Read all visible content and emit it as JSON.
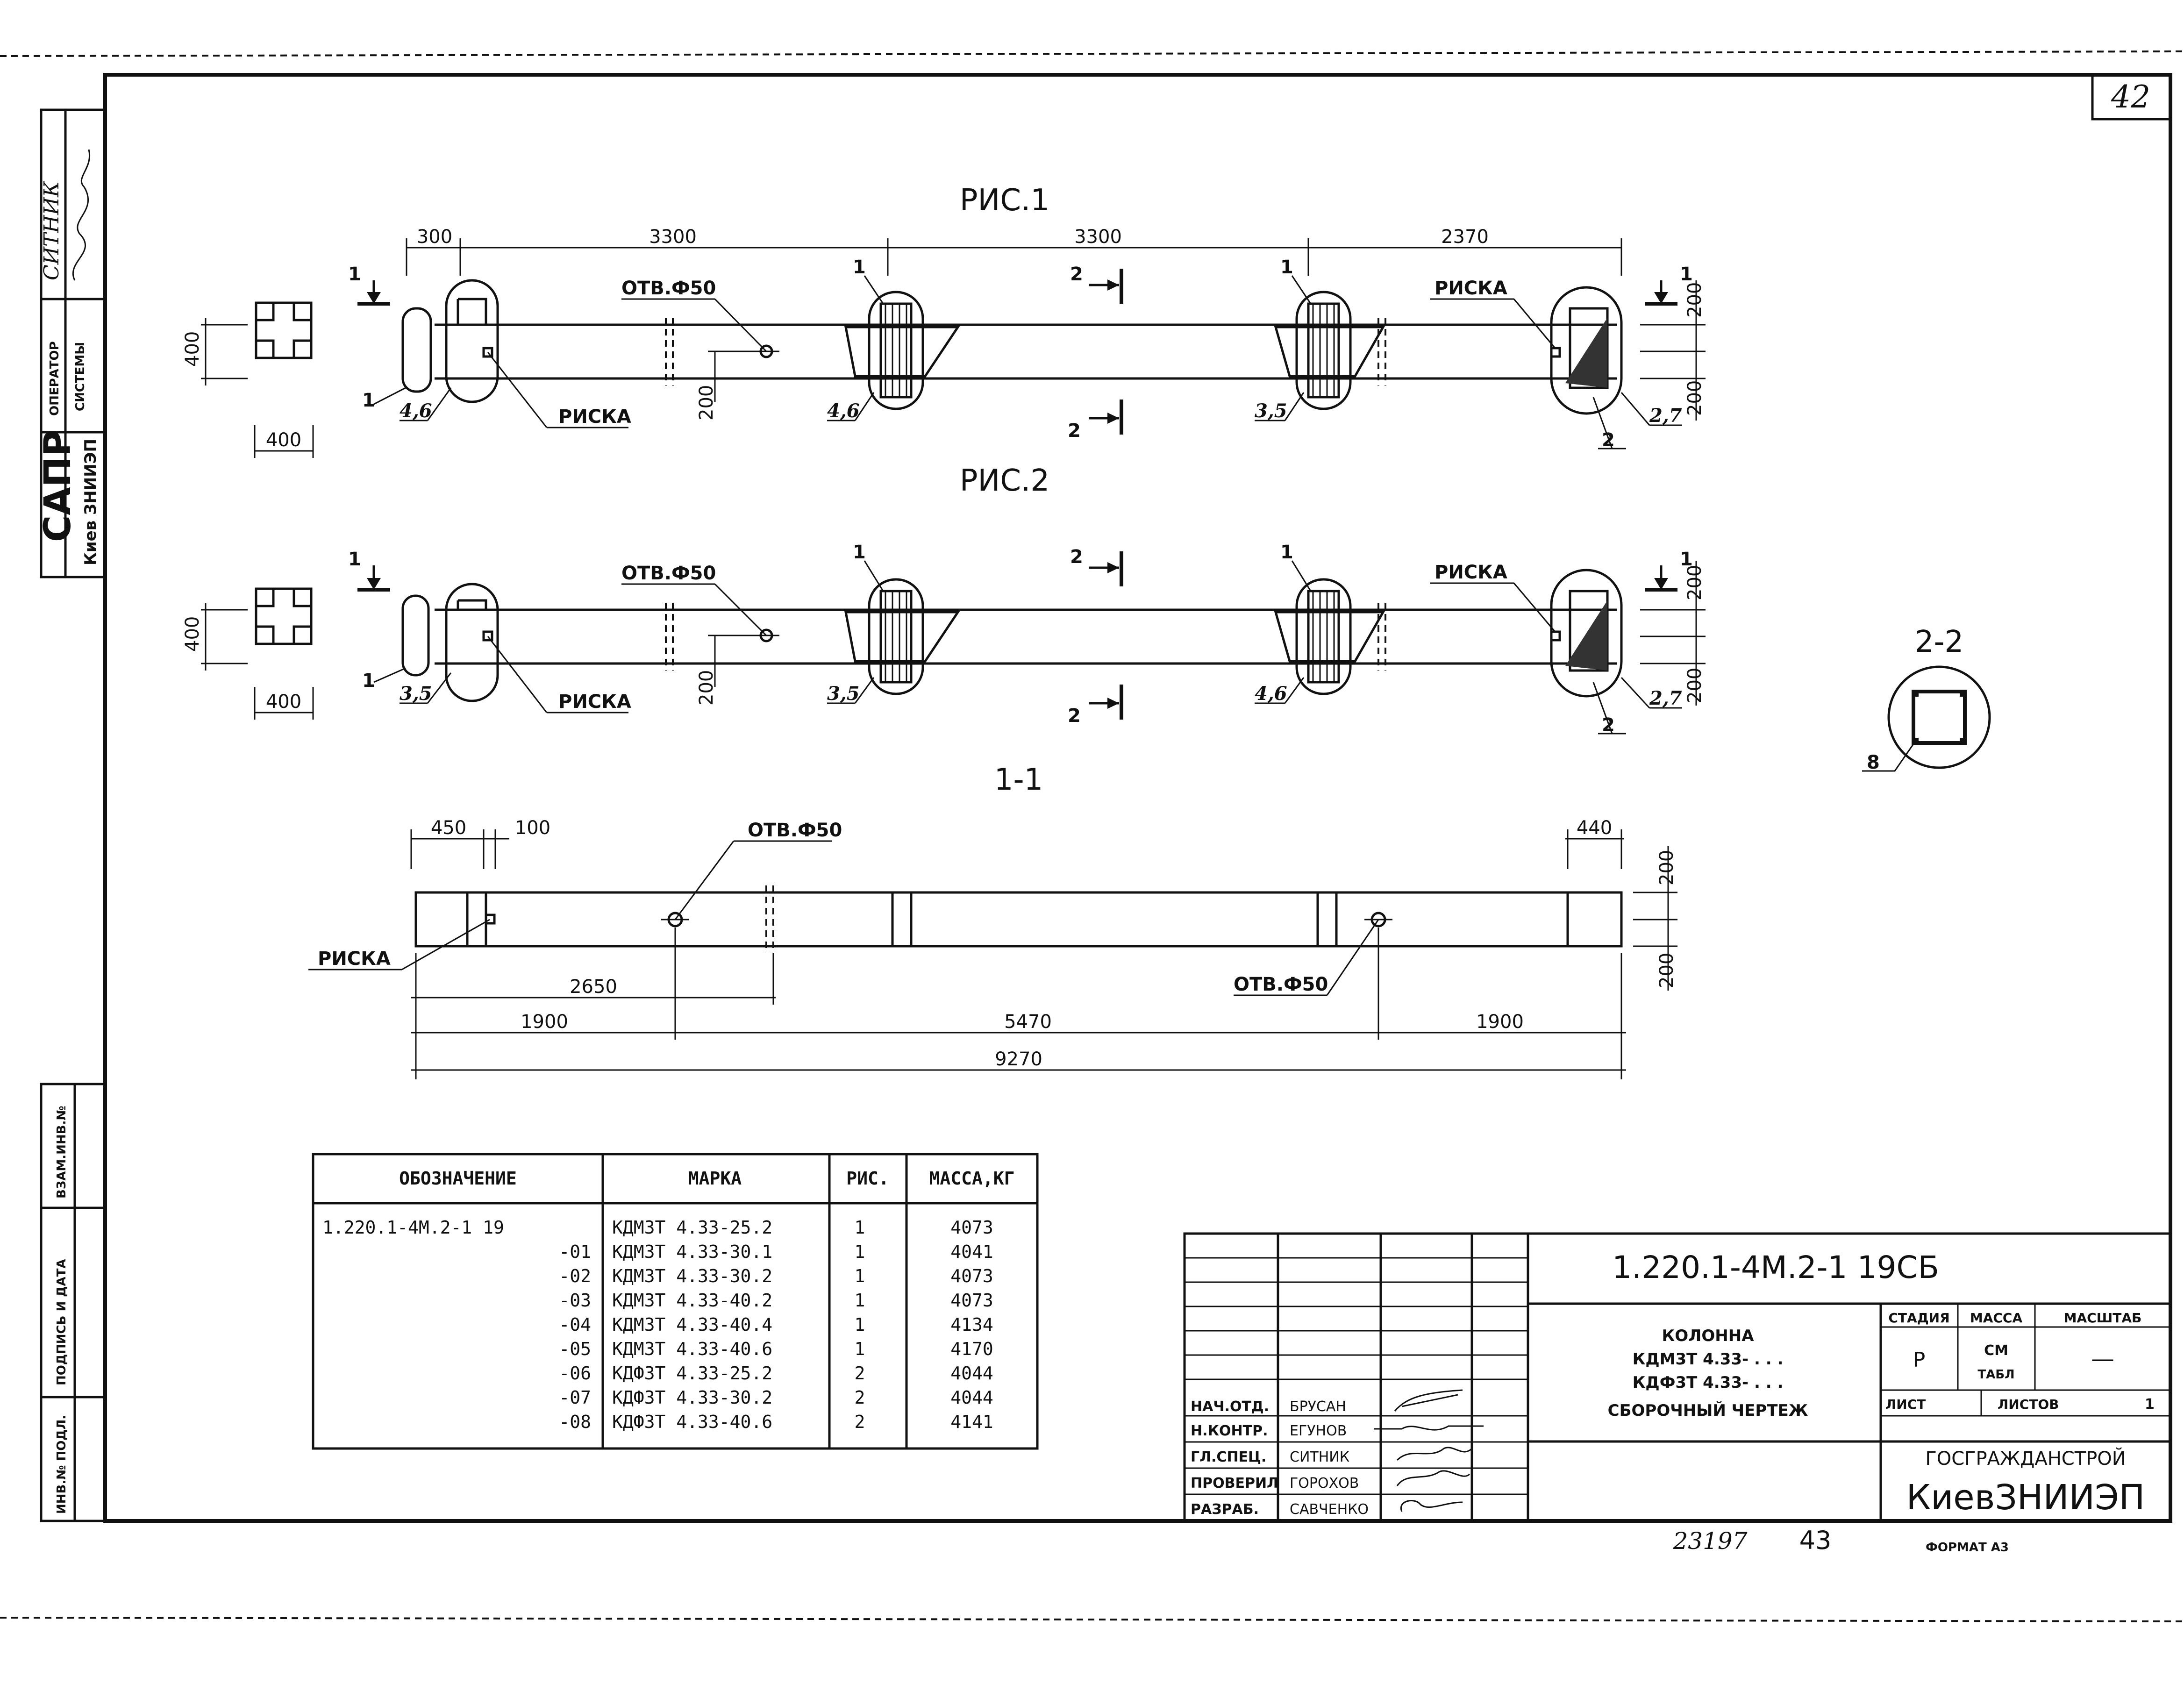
{
  "sheet_number": "42",
  "figures": {
    "fig1_title": "РИС.1",
    "fig2_title": "РИС.2",
    "section_1_1": "1-1",
    "section_2_2": "2-2"
  },
  "labels": {
    "hole": "ОТВ.Ф50",
    "mark": "РИСКА",
    "cut_1": "1",
    "cut_2": "2",
    "pos_1": "1",
    "pos_2": "2",
    "pos_8": "8"
  },
  "dims": {
    "top_300": "300",
    "top_3300": "3300",
    "top_2370": "2370",
    "d400": "400",
    "d200": "200",
    "s_450": "450",
    "s_100": "100",
    "s_440": "440",
    "s_2650": "2650",
    "s_1900": "1900",
    "s_5470": "5470",
    "s_9270": "9270"
  },
  "weld_notes": {
    "f1_a": "4,6",
    "f1_b": "4,6",
    "f1_c": "3,5",
    "f1_d": "2,7",
    "f2_a": "3,5",
    "f2_b": "3,5",
    "f2_c": "4,6",
    "f2_d": "2,7"
  },
  "spec_table": {
    "headers": [
      "ОБОЗНАЧЕНИЕ",
      "МАРКА",
      "РИС.",
      "МАССА,КГ"
    ],
    "rows": [
      {
        "designation": "1.220.1-4М.2-1 19",
        "mark": "КДМ3Т 4.33-25.2",
        "fig": "1",
        "mass": "4073"
      },
      {
        "designation": "-01",
        "mark": "КДМ3Т 4.33-30.1",
        "fig": "1",
        "mass": "4041"
      },
      {
        "designation": "-02",
        "mark": "КДМ3Т 4.33-30.2",
        "fig": "1",
        "mass": "4073"
      },
      {
        "designation": "-03",
        "mark": "КДМ3Т 4.33-40.2",
        "fig": "1",
        "mass": "4073"
      },
      {
        "designation": "-04",
        "mark": "КДМ3Т 4.33-40.4",
        "fig": "1",
        "mass": "4134"
      },
      {
        "designation": "-05",
        "mark": "КДМ3Т 4.33-40.6",
        "fig": "1",
        "mass": "4170"
      },
      {
        "designation": "-06",
        "mark": "КДФ3Т 4.33-25.2",
        "fig": "2",
        "mass": "4044"
      },
      {
        "designation": "-07",
        "mark": "КДФ3Т 4.33-30.2",
        "fig": "2",
        "mass": "4044"
      },
      {
        "designation": "-08",
        "mark": "КДФ3Т 4.33-40.6",
        "fig": "2",
        "mass": "4141"
      }
    ]
  },
  "title_block": {
    "code": "1.220.1-4М.2-1 19СБ",
    "name_lines": [
      "КОЛОННА",
      "КДМ3Т 4.33- . . .",
      "КДФ3Т 4.33- . . .",
      "СБОРОЧНЫЙ ЧЕРТЕЖ"
    ],
    "stage_header": "СТАДИЯ",
    "mass_header": "МАССА",
    "scale_header": "МАСШТАБ",
    "stage": "Р",
    "mass_line1": "СМ",
    "mass_line2": "ТАБЛ",
    "scale": "—",
    "sheet_label": "ЛИСТ",
    "sheets_label": "ЛИСТОВ",
    "sheets_count": "1",
    "org_line1": "ГОСГРАЖДАНСТРОЙ",
    "org_line2": "КиевЗНИИЭП",
    "roles": [
      {
        "role": "НАЧ.ОТД.",
        "name": "БРУСАН"
      },
      {
        "role": "Н.КОНТР.",
        "name": "ЕГУНОВ"
      },
      {
        "role": "ГЛ.СПЕЦ.",
        "name": "СИТНИК"
      },
      {
        "role": "ПРОВЕРИЛ",
        "name": "ГОРОХОВ"
      },
      {
        "role": "РАЗРАБ.",
        "name": "САВЧЕНКО"
      }
    ],
    "archive_no": "23197",
    "page_no": "43",
    "format": "ФОРМАТ А3"
  },
  "left_margin": {
    "sapr": "САПР",
    "kiev": "Киев ЗНИИЭП",
    "operator": "ОПЕРАТОР",
    "system": "СИСТЕМЫ",
    "sitnik": "СИТНИК",
    "vzam": "ВЗАМ.ИНВ.№",
    "podp": "ПОДПИСЬ И ДАТА",
    "inv": "ИНВ.№ ПОДЛ."
  }
}
